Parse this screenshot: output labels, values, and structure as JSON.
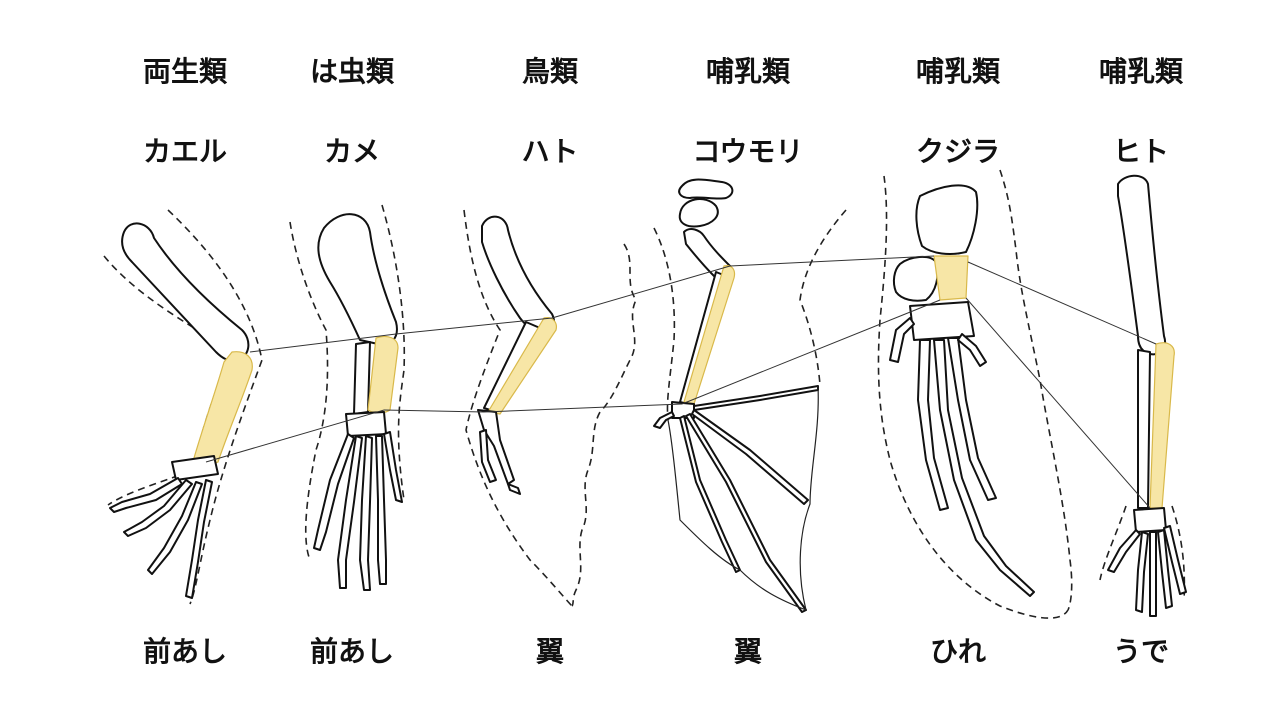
{
  "colors": {
    "background": "#ffffff",
    "text": "#111111",
    "highlight": "#f7e6a6",
    "line": "#333333"
  },
  "columns": [
    {
      "class_name": "両生類",
      "animal": "カエル",
      "limb": "前あし"
    },
    {
      "class_name": "は虫類",
      "animal": "カメ",
      "limb": "前あし"
    },
    {
      "class_name": "鳥類",
      "animal": "ハト",
      "limb": "翼"
    },
    {
      "class_name": "哺乳類",
      "animal": "コウモリ",
      "limb": "翼"
    },
    {
      "class_name": "哺乳類",
      "animal": "クジラ",
      "limb": "ひれ"
    },
    {
      "class_name": "哺乳類",
      "animal": "ヒト",
      "limb": "うで"
    }
  ]
}
